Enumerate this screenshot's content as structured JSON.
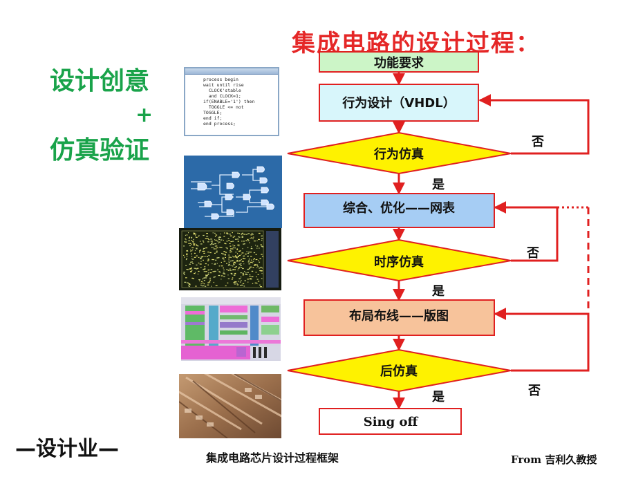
{
  "title": "集成电路的设计过程：",
  "left_panel": {
    "line1": "设计创意",
    "plus": "+",
    "line2": "仿真验证",
    "industry": "—设计业—"
  },
  "flow": {
    "step1": "功能要求",
    "step2": "行为设计（VHDL）",
    "decision1": "行为仿真",
    "step3": "综合、优化——网表",
    "decision2": "时序仿真",
    "step4": "布局布线——版图",
    "decision3": "后仿真",
    "step5": "Sing off",
    "yes": "是",
    "no": "否"
  },
  "code_thumb": {
    "lines": [
      "process begin",
      "wait until rise",
      "  CLOCK'stable",
      "  and CLOCK=1;",
      "if(ENABLE='1') then",
      "  TOGGLE <= not",
      "TOGGLE;",
      "end if;",
      "end process;"
    ]
  },
  "caption": "集成电路芯片设计过程框架",
  "author": "From 吉利久教授",
  "colors": {
    "title_red": "#e52727",
    "green": "#19a34a",
    "arrow_red": "#e02020",
    "box_green": "#ccf5c7",
    "box_cyan": "#d8f6fb",
    "box_blue": "#a6cdf4",
    "box_orange": "#f7c39b",
    "diamond_yellow": "#fef200"
  }
}
